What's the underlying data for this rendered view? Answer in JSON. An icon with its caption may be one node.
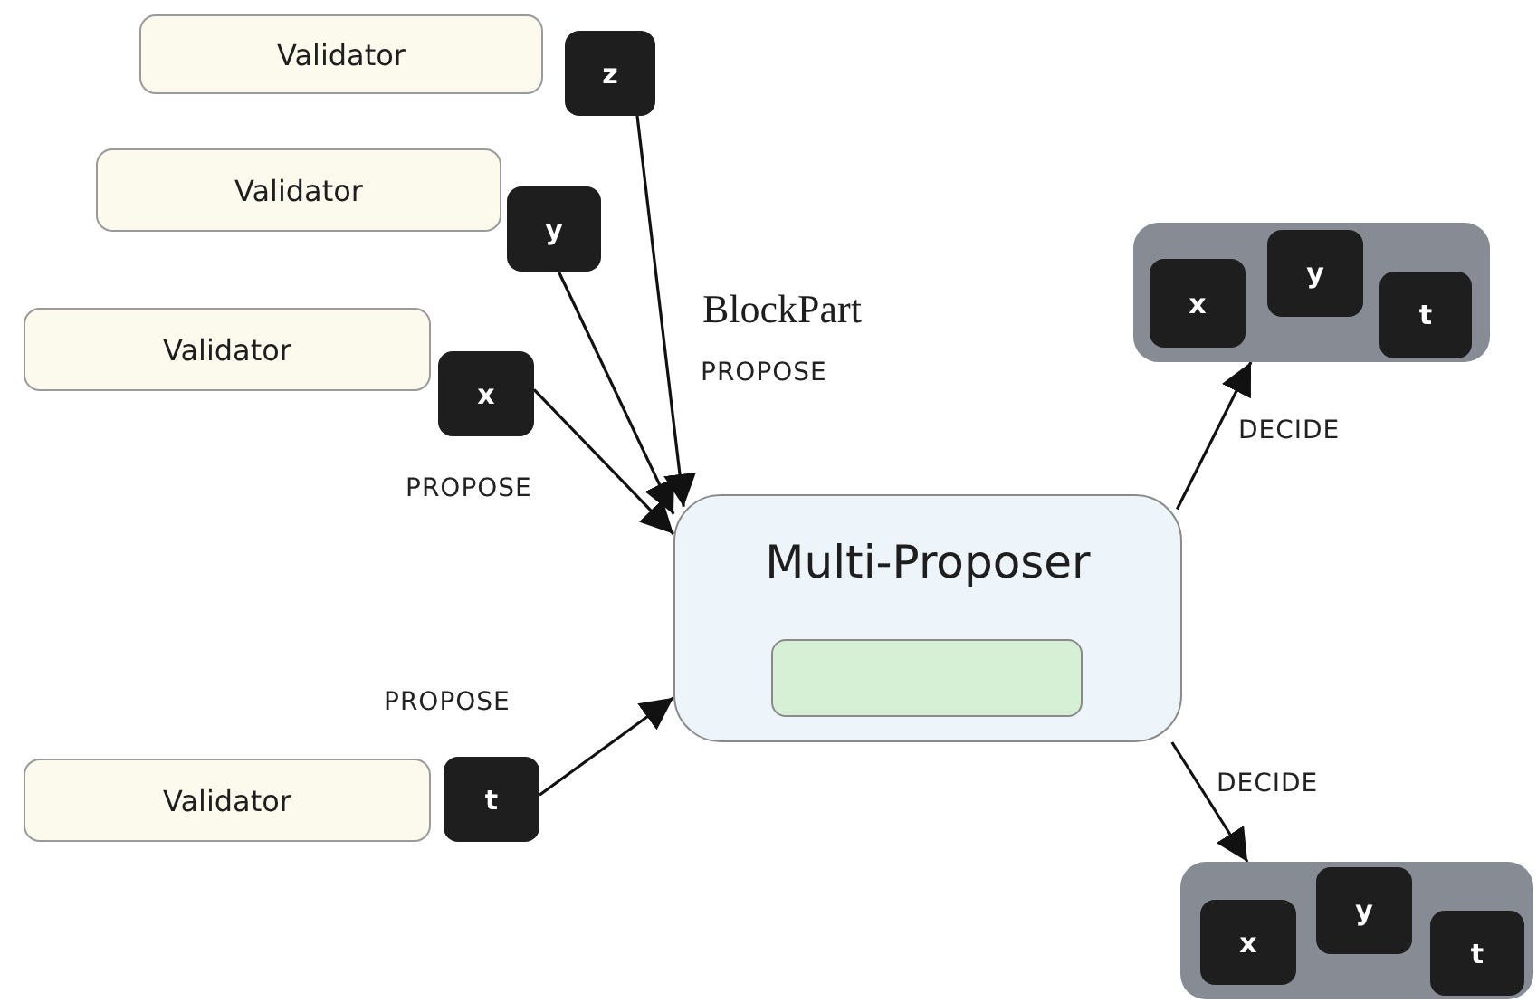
{
  "diagram": {
    "nodes": [
      {
        "text": [
          "Validator"
        ]
      },
      {
        "text": [
          "z"
        ]
      },
      {
        "text": [
          "Validator"
        ]
      },
      {
        "text": [
          "y"
        ]
      },
      {
        "text": [
          "Validator"
        ]
      },
      {
        "text": [
          "x"
        ]
      },
      {
        "text": [
          "Multi-Proposer"
        ]
      },
      {
        "text": [],
        "shape": "box",
        "in": 6
      },
      {
        "text": [
          "Validator"
        ]
      },
      {
        "text": [
          "t"
        ]
      },
      {
        "text": [],
        "shape": "box"
      },
      {
        "text": [
          "x"
        ],
        "in": 10
      },
      {
        "text": [
          "y"
        ],
        "in": 10
      },
      {
        "text": [
          "t"
        ],
        "in": 10
      },
      {
        "text": [],
        "shape": "box"
      },
      {
        "text": [
          "x"
        ],
        "in": 14
      },
      {
        "text": [
          "y"
        ],
        "in": 14
      },
      {
        "text": [
          "t"
        ],
        "in": 14
      }
    ],
    "edges": [
      {
        "from": 1,
        "to": 6,
        "arrow": "to",
        "label": "PROPOSE"
      },
      {
        "from": 3,
        "to": 6,
        "arrow": "to"
      },
      {
        "from": 5,
        "to": 6,
        "arrow": "to",
        "label": "PROPOSE"
      },
      {
        "from": 9,
        "to": 6,
        "arrow": "to",
        "label": "PROPOSE"
      },
      {
        "from": 6,
        "to": 10,
        "arrow": "to",
        "label": "DECIDE"
      },
      {
        "from": 6,
        "to": 14,
        "arrow": "to",
        "label": "DECIDE"
      }
    ],
    "labels": [
      "BlockPart"
    ]
  }
}
